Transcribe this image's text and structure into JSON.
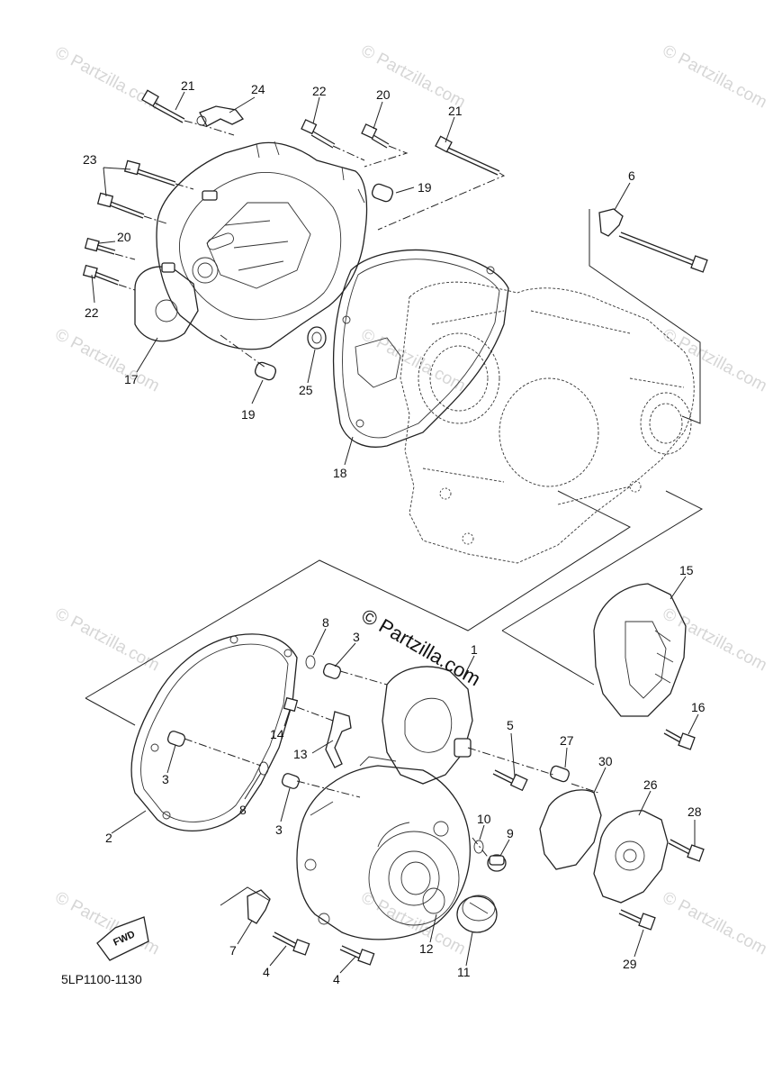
{
  "diagram_code": "5LP1100-1130",
  "fwd_label": "FWD",
  "copyright_main": "© Partzilla.com",
  "watermark_text": "© Partzilla.com",
  "callouts": {
    "c21a": "21",
    "c24": "24",
    "c22a": "22",
    "c20a": "20",
    "c21b": "21",
    "c23": "23",
    "c19a": "19",
    "c6": "6",
    "c20b": "20",
    "c22b": "22",
    "c17": "17",
    "c25": "25",
    "c19b": "19",
    "c18": "18",
    "c15": "15",
    "c8a": "8",
    "c3a": "3",
    "c1": "1",
    "c14": "14",
    "c5": "5",
    "c27": "27",
    "c16": "16",
    "c13": "13",
    "c30": "30",
    "c3b": "3",
    "c8b": "8",
    "c3c": "3",
    "c26": "26",
    "c28": "28",
    "c2": "2",
    "c10": "10",
    "c9": "9",
    "c7": "7",
    "c12": "12",
    "c4a": "4",
    "c4b": "4",
    "c11": "11",
    "c29": "29"
  },
  "colors": {
    "line": "#222222",
    "watermark": "#d6d6d6",
    "background": "#ffffff"
  }
}
